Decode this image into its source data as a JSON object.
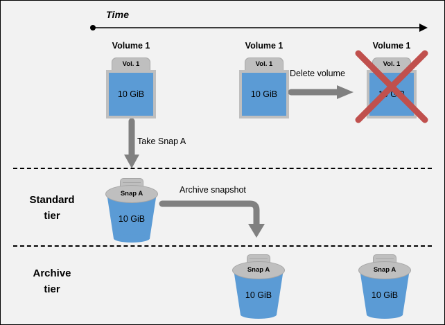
{
  "diagram": {
    "timeline": {
      "label": "Time"
    },
    "tiers": [
      {
        "name": "standard-tier",
        "label_line1": "Standard",
        "label_line2": "tier"
      },
      {
        "name": "archive-tier",
        "label_line1": "Archive",
        "label_line2": "tier"
      }
    ],
    "volumes": [
      {
        "id": "volume-1-initial",
        "title": "Volume 1",
        "tab": "Vol. 1",
        "size": "10 GiB",
        "deleted": false
      },
      {
        "id": "volume-1-before-delete",
        "title": "Volume 1",
        "tab": "Vol. 1",
        "size": "10 GiB",
        "deleted": false
      },
      {
        "id": "volume-1-deleted",
        "title": "Volume 1",
        "tab": "Vol. 1",
        "size": "10 GiB",
        "deleted": true
      }
    ],
    "snapshots": [
      {
        "id": "snapshot-standard",
        "tier": "standard",
        "lid": "Snap A",
        "size": "10 GiB"
      },
      {
        "id": "snapshot-archive-1",
        "tier": "archive",
        "lid": "Snap A",
        "size": "10 GiB"
      },
      {
        "id": "snapshot-archive-2",
        "tier": "archive",
        "lid": "Snap A",
        "size": "10 GiB"
      }
    ],
    "arrows": [
      {
        "id": "take-snapshot-arrow",
        "label": "Take Snap A",
        "direction": "down"
      },
      {
        "id": "delete-volume-arrow",
        "label": "Delete volume",
        "direction": "right"
      },
      {
        "id": "archive-snapshot-arrow",
        "label": "Archive snapshot",
        "direction": "elbow-right-down"
      }
    ],
    "colors": {
      "background": "#F2F2F2",
      "volume_blue": "#5B9BD5",
      "icon_gray": "#BFBFBF",
      "arrow_gray": "#808080",
      "delete_red": "#C0504D",
      "border_black": "#000000"
    }
  }
}
